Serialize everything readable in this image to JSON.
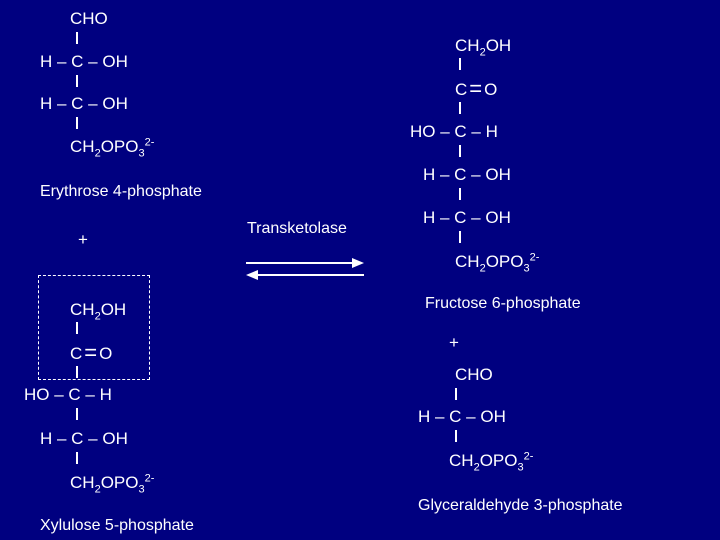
{
  "erythrose": {
    "line1": "CHO",
    "line2": "H – C – OH",
    "line3": "H – C – OH",
    "line4_main": "CH",
    "line4_sub": "2",
    "line4_mid": "OPO",
    "line4_sub2": "3",
    "line4_sup": "2-",
    "name": "Erythrose 4-phosphate"
  },
  "plus_left": "+",
  "xylulose": {
    "line1_main": "CH",
    "line1_sub": "2",
    "line1_end": "OH",
    "line2_left": "C",
    "line2_eq": "=",
    "line2_right": "O",
    "line3": "HO – C – H",
    "line4": "H – C – OH",
    "line5_main": "CH",
    "line5_sub": "2",
    "line5_mid": "OPO",
    "line5_sub2": "3",
    "line5_sup": "2-",
    "name": "Xylulose 5-phosphate"
  },
  "enzyme": "Transketolase",
  "fructose": {
    "line1_main": "CH",
    "line1_sub": "2",
    "line1_end": "OH",
    "line2_left": "C",
    "line2_eq": "=",
    "line2_right": "O",
    "line3": "HO – C – H",
    "line4": "H – C – OH",
    "line5": "H – C – OH",
    "line6_main": "CH",
    "line6_sub": "2",
    "line6_mid": "OPO",
    "line6_sub2": "3",
    "line6_sup": "2-",
    "name": "Fructose 6-phosphate"
  },
  "plus_right": "+",
  "glyceraldehyde": {
    "line1": "CHO",
    "line2": "H – C – OH",
    "line3_main": "CH",
    "line3_sub": "2",
    "line3_mid": "OPO",
    "line3_sub2": "3",
    "line3_sup": "2-",
    "name": "Glyceraldehyde 3-phosphate"
  },
  "colors": {
    "background": "#000080",
    "foreground": "#ffffff"
  }
}
